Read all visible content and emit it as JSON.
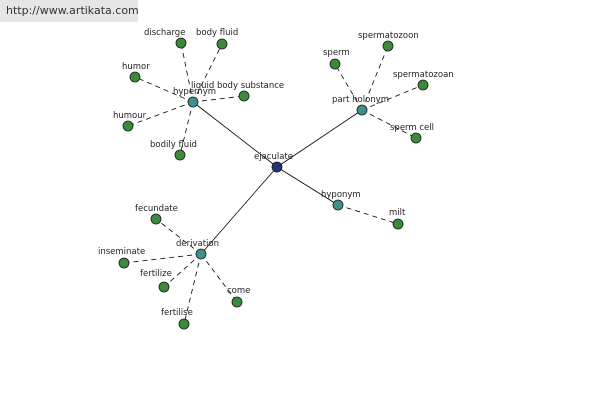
{
  "site_url": "http://www.artikata.com",
  "colors": {
    "center": "#23307a",
    "relation": "#3f8f8f",
    "word": "#3b8a3b",
    "edge": "#000000",
    "background": "#ffffff",
    "banner": "#e6e6e6"
  },
  "graph": {
    "center": {
      "id": "ejaculate",
      "label": "ejaculate"
    },
    "relations": [
      {
        "id": "hypernym",
        "label": "hypernym",
        "words": [
          "discharge",
          "body fluid",
          "humor",
          "liquid body substance",
          "humour",
          "bodily fluid"
        ]
      },
      {
        "id": "part-holonym",
        "label": "part holonym",
        "words": [
          "sperm",
          "spermatozoon",
          "spermatozoan",
          "sperm cell"
        ]
      },
      {
        "id": "hyponym",
        "label": "hyponym",
        "words": [
          "milt"
        ]
      },
      {
        "id": "derivation",
        "label": "derivation",
        "words": [
          "fecundate",
          "inseminate",
          "fertilize",
          "come",
          "fertilise"
        ]
      }
    ]
  }
}
